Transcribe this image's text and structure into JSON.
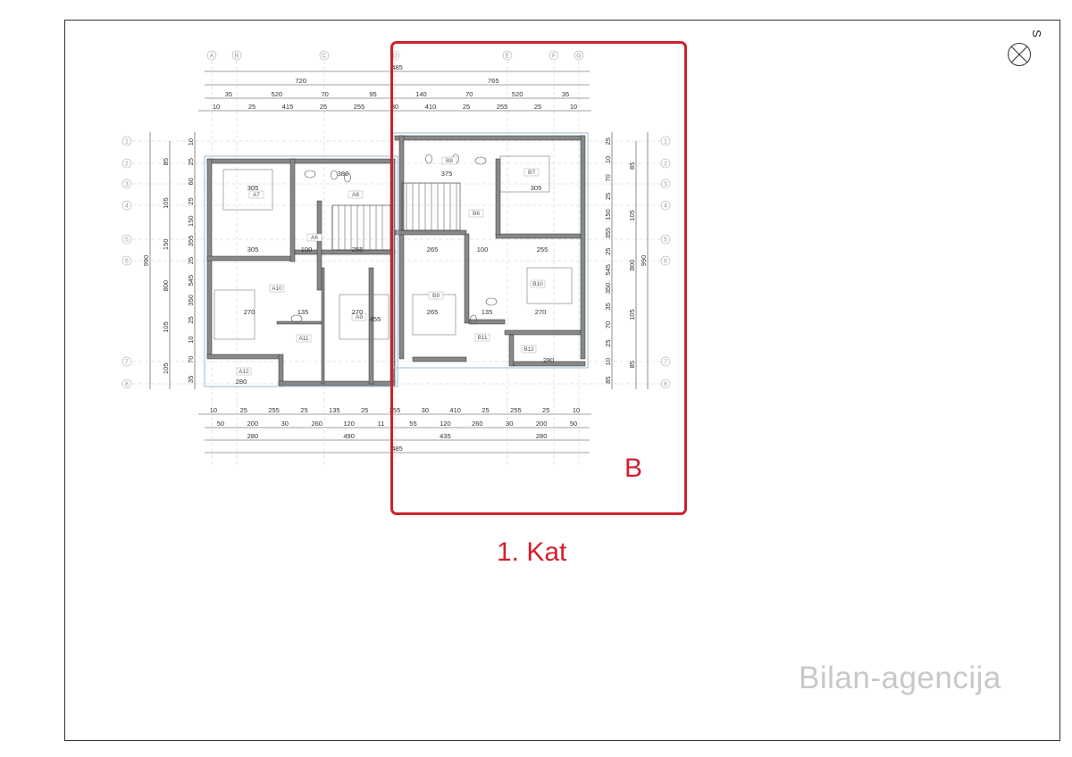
{
  "drawing": {
    "floor_title": "1. Kat",
    "zone_label": "B",
    "watermark": "Bilan-agencija",
    "north_label": "S",
    "accent_color": "#d0202e"
  },
  "axes": {
    "columns": [
      "A",
      "B",
      "C",
      "D",
      "E",
      "F",
      "G"
    ],
    "rows": [
      "1",
      "2",
      "3",
      "4",
      "5",
      "6",
      "7",
      "8"
    ]
  },
  "dimensions": {
    "top_total": "485",
    "top_row1": [
      "720",
      "765"
    ],
    "top_row2": [
      "35",
      "520",
      "70",
      "95",
      "140",
      "70",
      "520",
      "35"
    ],
    "top_row3": [
      "10",
      "25",
      "415",
      "25",
      "255",
      "30",
      "410",
      "25",
      "255",
      "25",
      "10"
    ],
    "bottom_row1": [
      "10",
      "25",
      "255",
      "25",
      "135",
      "25",
      "255",
      "30",
      "410",
      "25",
      "255",
      "25",
      "10"
    ],
    "bottom_row2": [
      "50",
      "200",
      "30",
      "260",
      "120",
      "11",
      "55",
      "120",
      "260",
      "30",
      "200",
      "50"
    ],
    "bottom_row3": [
      "280",
      "490",
      "435",
      "280"
    ],
    "bottom_total": "485",
    "left_col1": [
      "10",
      "25",
      "60",
      "25",
      "150",
      "355",
      "25",
      "545",
      "350",
      "25",
      "10",
      "70",
      "35"
    ],
    "left_col2": [
      "85",
      "105",
      "150",
      "800",
      "105",
      "105"
    ],
    "left_total": "990",
    "right_col1": [
      "25",
      "10",
      "70",
      "25",
      "150",
      "355",
      "25",
      "545",
      "350",
      "35",
      "70",
      "25",
      "10",
      "85"
    ],
    "right_col2": [
      "85",
      "105",
      "800",
      "105",
      "85"
    ],
    "right_total": "990"
  },
  "rooms": {
    "a": [
      "A6",
      "A7",
      "A8",
      "A9",
      "A10",
      "A11",
      "A12"
    ],
    "b": [
      "B6",
      "B7",
      "B8",
      "B9",
      "B10",
      "B11",
      "B12"
    ],
    "interior_dims": [
      "305",
      "380",
      "305",
      "100",
      "255",
      "270",
      "135",
      "270",
      "455",
      "375",
      "305",
      "265",
      "100",
      "255",
      "265",
      "135",
      "270",
      "280",
      "280"
    ]
  }
}
